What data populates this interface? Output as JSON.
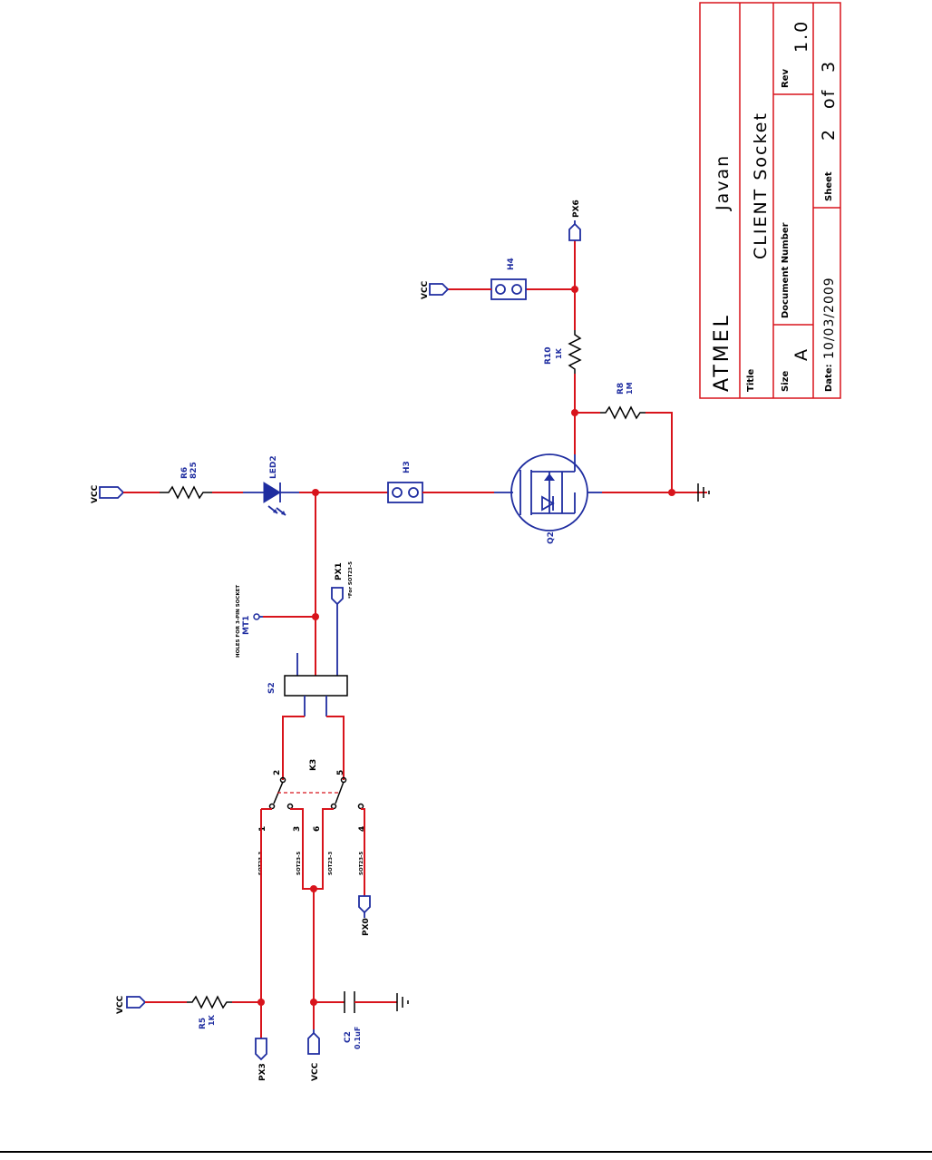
{
  "title_block": {
    "company": "ATMEL",
    "project": "Javan",
    "title_label": "Title",
    "title": "CLIENT Socket",
    "size_label": "Size",
    "size": "A",
    "document_number_label": "Document Number",
    "rev_label": "Rev",
    "rev": "1.0",
    "date_label": "Date:",
    "date": "10/03/2009",
    "sheet_label": "Sheet",
    "sheet": "2",
    "of_label": "of",
    "sheet_total": "3"
  },
  "components": {
    "r6": {
      "ref": "R6",
      "value": "825"
    },
    "led2": {
      "ref": "LED2"
    },
    "h3": {
      "ref": "H3"
    },
    "h4": {
      "ref": "H4"
    },
    "q2": {
      "ref": "Q2"
    },
    "r10": {
      "ref": "R10",
      "value": "1K"
    },
    "r8": {
      "ref": "R8",
      "value": "1M"
    },
    "r5": {
      "ref": "R5",
      "value": "1K"
    },
    "c2": {
      "ref": "C2",
      "value": "0.1uF"
    },
    "s2": {
      "ref": "S2"
    },
    "k3": {
      "ref": "K3"
    },
    "mt1": {
      "ref": "MT1",
      "note": "HOLES FOR 3-PIN SOCKET"
    },
    "px1": {
      "note": "*For SOT23-5"
    }
  },
  "nets": {
    "vcc": "VCC",
    "px0": "PX0",
    "px1": "PX1",
    "px3": "PX3",
    "px6": "PX6"
  },
  "k3_pins": [
    "1",
    "2",
    "3",
    "4",
    "5",
    "6"
  ],
  "sot_labels": [
    "SOT23-3",
    "SOT23-5",
    "SOT23-3",
    "SOT23-5"
  ]
}
